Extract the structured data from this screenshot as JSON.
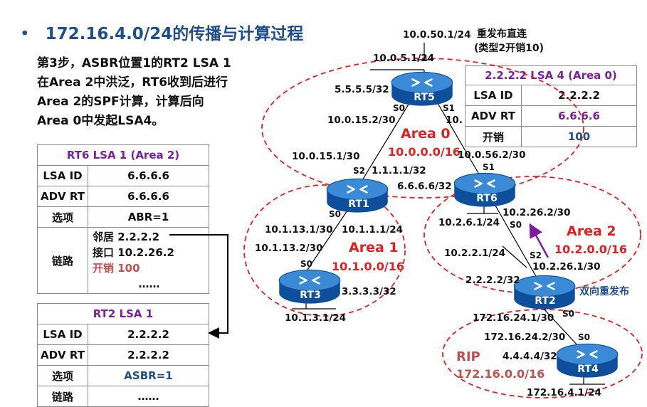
{
  "header": {
    "bullet": "•",
    "title": "172.16.4.0/24的传播与计算过程"
  },
  "description": {
    "lines": [
      "第3步，ASBR位置1的RT2 LSA 1",
      "在Area 2中洪泛，RT6收到后进行",
      "Area 2的SPF计算，计算后向",
      "Area 0中发起LSA4。"
    ]
  },
  "table_rt6": {
    "title": "RT6 LSA 1 (Area 2)",
    "rows": [
      {
        "k": "LSA ID",
        "v": "6.6.6.6"
      },
      {
        "k": "ADV RT",
        "v": "6.6.6.6"
      },
      {
        "k": "选项",
        "v": "ABR=1"
      }
    ],
    "link_key": "链路",
    "link_neighbor": "邻居  2.2.2.2",
    "link_interface": "接口 10.2.26.2",
    "link_cost": "开销 100",
    "link_more": "……"
  },
  "table_rt2": {
    "title": "RT2 LSA 1",
    "rows": [
      {
        "k": "LSA ID",
        "v": "2.2.2.2"
      },
      {
        "k": "ADV RT",
        "v": "2.2.2.2"
      },
      {
        "k": "选项",
        "v": "ASBR=1"
      }
    ],
    "link_key": "链路",
    "link_more": "……"
  },
  "table_lsa4": {
    "title": "2.2.2.2  LSA 4 (Area 0)",
    "rows": [
      {
        "k": "LSA ID",
        "v": "2.2.2.2"
      },
      {
        "k": "ADV RT",
        "v": "6.6.6.6"
      },
      {
        "k": "开销",
        "v": "100"
      }
    ]
  },
  "routers": {
    "rt5": "RT5",
    "rt6": "RT6",
    "rt1": "RT1",
    "rt3": "RT3",
    "rt2": "RT2",
    "rt4": "RT4"
  },
  "areas": {
    "area0_name": "Area 0",
    "area0_net": "10.0.0.0/16",
    "area1_name": "Area 1",
    "area1_net": "10.1.0.0/16",
    "area2_name": "Area 2",
    "area2_net": "10.2.0.0/16",
    "rip_name": "RIP",
    "rip_net": "172.16.0.0/16"
  },
  "labels": {
    "rt5_top_net": "10.0.50.1/24",
    "redist_direct": "重发布直连",
    "redist_type": "(类型2开销10)",
    "rt5_net2": "10.0.5.1/24",
    "rt5_id": "5.5.5.5/32",
    "rt5_s0": "S0",
    "rt5_s1": "S1",
    "rt5_s0_ip": "10.0.15.2/30",
    "rt5_s1_ip": "10.",
    "rt1_s2_ip": "10.0.15.1/30",
    "rt1_s2": "S2",
    "rt1_id": "1.1.1.1/32",
    "rt1_s0": "S0",
    "rt6_s1_ip": "10.0.56.2/30",
    "rt6_s1": "S1",
    "rt6_id": "6.6.6.6/32",
    "rt6_s0_ip": "10.2.26.2/30",
    "rt6_s0": "S0",
    "rt6_lan": "10.2.6.1/24",
    "rt1_s0_ip": "10.1.13.1/30",
    "rt1_lan": "10.1.1.1/24",
    "rt3_s0_ip": "10.1.13.2/30",
    "rt3_s0": "S0",
    "rt3_id": "3.3.3.3/32",
    "rt3_lan": "10.1.3.1/24",
    "rt2_lan": "10.2.2.1/24",
    "rt2_s2": "S2",
    "rt2_s2_ip": "10.2.26.1/30",
    "rt2_id": "2.2.2.2/32",
    "rt2_redist": "双向重发布",
    "rt2_s0": "S0",
    "rt2_s0_ip": "172.16.24.1/30",
    "rt4_s0_ip": "172.16.24.2/30",
    "rt4_s0": "S0",
    "rt4_id": "4.4.4.4/32",
    "rt4_lan": "172.16.4.1/24"
  },
  "colors": {
    "title": "#1f4e8c",
    "table_header": "#7b1fa2",
    "area_red": "#e02020",
    "router_blue": "#1a66b8",
    "arrow_purple": "#7b1fa2",
    "cost_red": "#c0504d"
  }
}
